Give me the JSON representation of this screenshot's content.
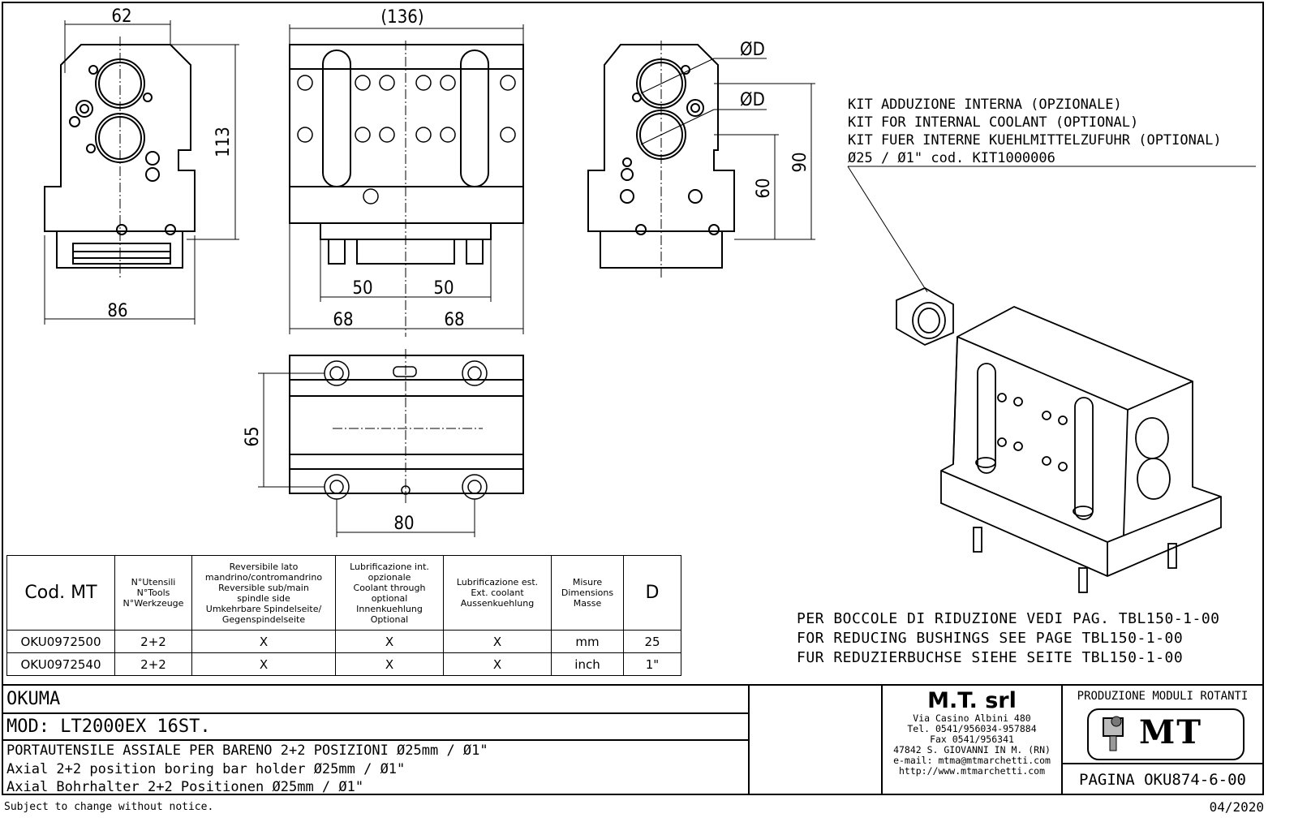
{
  "dimensions": {
    "front_width_top": "62",
    "front_height": "113",
    "front_width_bottom": "86",
    "side_length": "(136)",
    "side_50_left": "50",
    "side_50_right": "50",
    "side_68_left": "68",
    "side_68_right": "68",
    "rear_diam_1": "ØD",
    "rear_diam_2": "ØD",
    "rear_height_90": "90",
    "rear_height_60": "60",
    "top_height_65": "65",
    "top_width_80": "80"
  },
  "kit_note": [
    "KIT ADDUZIONE INTERNA (OPZIONALE)",
    "KIT FOR INTERNAL COOLANT (OPTIONAL)",
    "KIT FUER INTERNE KUEHLMITTELZUFUHR (OPTIONAL)",
    "Ø25 / Ø1\"   cod. KIT1000006"
  ],
  "bushing_note": [
    "PER BOCCOLE DI RIDUZIONE VEDI PAG. TBL150-1-00",
    "FOR REDUCING BUSHINGS SEE PAGE TBL150-1-00",
    "FUR REDUZIERBUCHSE SIEHE SEITE TBL150-1-00"
  ],
  "table": {
    "headers": [
      "Cod. MT",
      "N°Utensili\nN°Tools\nN°Werkzeuge",
      "Reversibile lato\nmandrino/contromandrino\nReversible sub/main\nspindle side\nUmkehrbare Spindelseite/\nGegenspindelseite",
      "Lubrificazione int.\nopzionale\nCoolant through\noptional\nInnenkuehlung\nOptional",
      "Lubrificazione est.\nExt. coolant\nAussenkuehlung",
      "Misure\nDimensions\nMasse",
      "D"
    ],
    "rows": [
      [
        "OKU0972500",
        "2+2",
        "X",
        "X",
        "X",
        "mm",
        "25"
      ],
      [
        "OKU0972540",
        "2+2",
        "X",
        "X",
        "X",
        "inch",
        "1\""
      ]
    ]
  },
  "title_block": {
    "machine": "OKUMA",
    "model": "MOD: LT2000EX 16ST.",
    "desc_it": "PORTAUTENSILE ASSIALE PER BARENO 2+2 POSIZIONI Ø25mm / Ø1\"",
    "desc_en": "Axial 2+2 position boring bar holder Ø25mm / Ø1\"",
    "desc_de": "Axial Bohrhalter 2+2 Positionen Ø25mm / Ø1\"",
    "company": "M.T. srl",
    "address": [
      "Via Casino Albini 480",
      "Tel. 0541/956034-957884",
      "Fax 0541/956341",
      "47842 S. GIOVANNI IN M. (RN)",
      "e-mail: mtma@mtmarchetti.com",
      "http://www.mtmarchetti.com"
    ],
    "division": "PRODUZIONE MODULI ROTANTI",
    "logo_text": "MT",
    "page": "PAGINA OKU874-6-00"
  },
  "footer": {
    "disclaimer": "Subject to change without notice.",
    "date": "04/2020"
  }
}
